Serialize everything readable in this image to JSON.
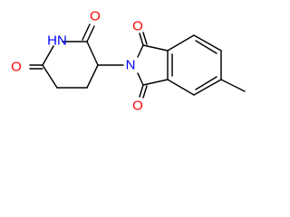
{
  "diagram": {
    "type": "chemical-structure",
    "atom_labels": {
      "o_imide_top": "O",
      "nh": "HN",
      "o_imide_bottom": "O",
      "n_phthalimide": "N",
      "o_phthalimide_top": "O",
      "o_phthalimide_bottom": "O"
    },
    "colors": {
      "bond": "#000000",
      "oxygen": "#ff0000",
      "nitrogen": "#0000ff",
      "background": "#ffffff"
    }
  }
}
